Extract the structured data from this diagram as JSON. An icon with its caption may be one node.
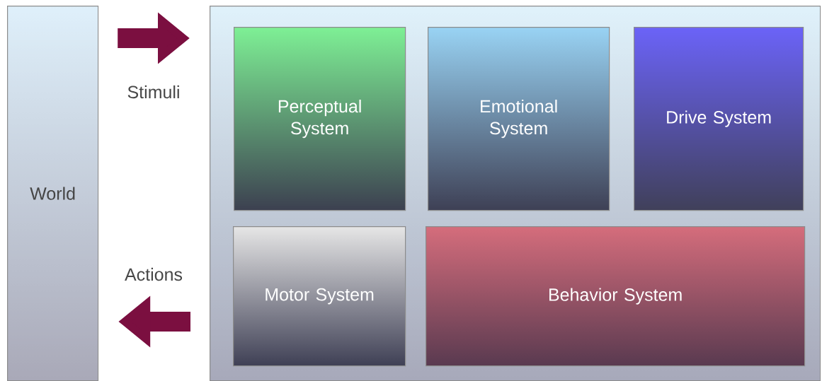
{
  "diagram": {
    "nodes": [
      {
        "text": [
          "World"
        ]
      },
      {
        "text": [],
        "shape": "box"
      },
      {
        "text": [
          "Perceptual System"
        ],
        "in": 1
      },
      {
        "text": [
          "Emotional System"
        ],
        "in": 1
      },
      {
        "text": [
          "Drive System"
        ],
        "in": 1
      },
      {
        "text": [
          "Motor System"
        ],
        "in": 1
      },
      {
        "text": [
          "Behavior System"
        ],
        "in": 1
      }
    ],
    "edges": [
      {
        "from": 0,
        "to": 1,
        "arrow": "to",
        "label": "Stimuli"
      },
      {
        "from": 1,
        "to": 0,
        "arrow": "to",
        "label": "Actions"
      }
    ]
  }
}
